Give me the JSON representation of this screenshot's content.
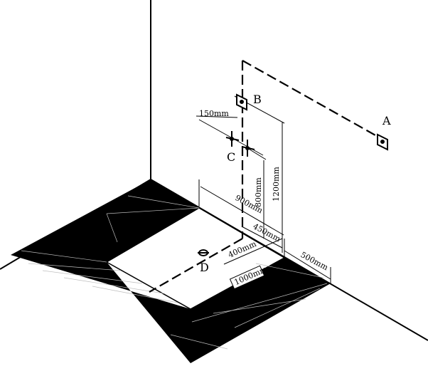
{
  "points": {
    "a": "A",
    "b": "B",
    "c": "C",
    "d": "D"
  },
  "dimensions": {
    "d150": "150mm",
    "d1200": "1200mm",
    "d800": "800mm",
    "d900": "900mm",
    "d450": "450mm",
    "d400": "400mm",
    "d500": "500mm",
    "d1000": "1000mm"
  },
  "colors": {
    "ink": "#000000",
    "paper": "#ffffff"
  }
}
